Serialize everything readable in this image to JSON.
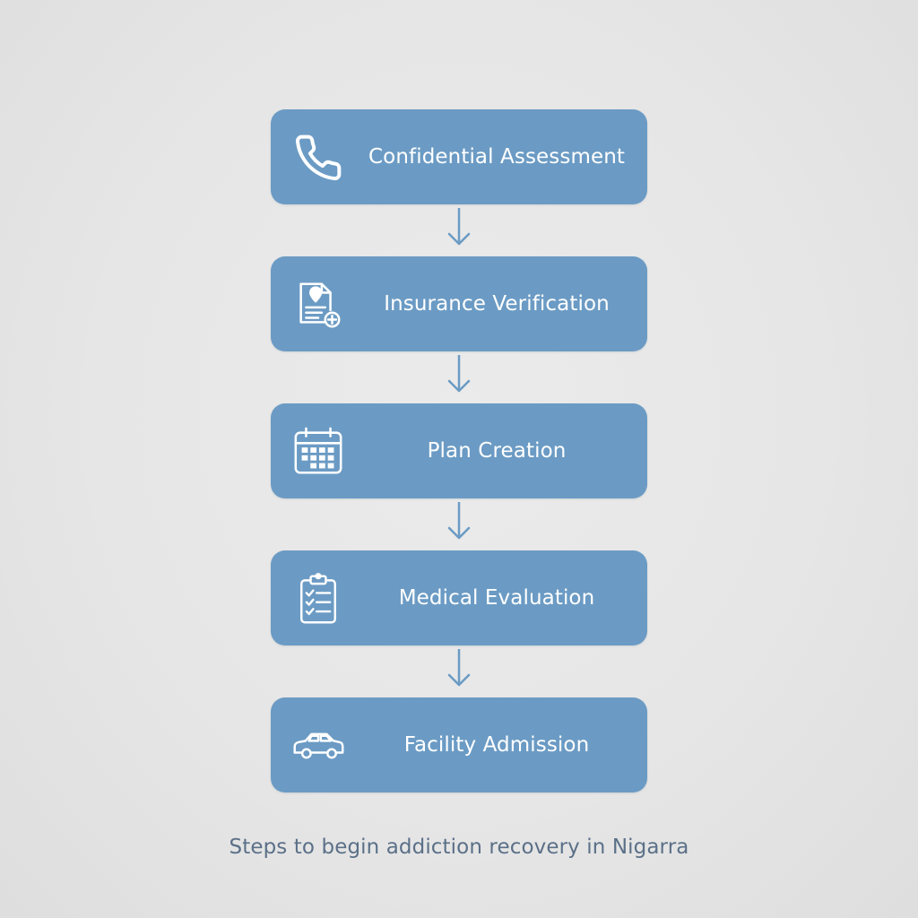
{
  "steps": [
    {
      "label": "Confidential Assessment",
      "icon": "phone-icon"
    },
    {
      "label": "Insurance Verification",
      "icon": "document-plus-icon"
    },
    {
      "label": "Plan Creation",
      "icon": "calendar-icon"
    },
    {
      "label": "Medical Evaluation",
      "icon": "clipboard-checklist-icon"
    },
    {
      "label": "Facility Admission",
      "icon": "car-icon"
    }
  ],
  "caption": "Steps to begin addiction recovery in Nigarra",
  "colors": {
    "step_fill": "#6b9bc4",
    "step_text": "#ffffff",
    "arrow": "#6b9bc4",
    "caption_text": "#5b7088",
    "background": "#e6e6e6"
  }
}
